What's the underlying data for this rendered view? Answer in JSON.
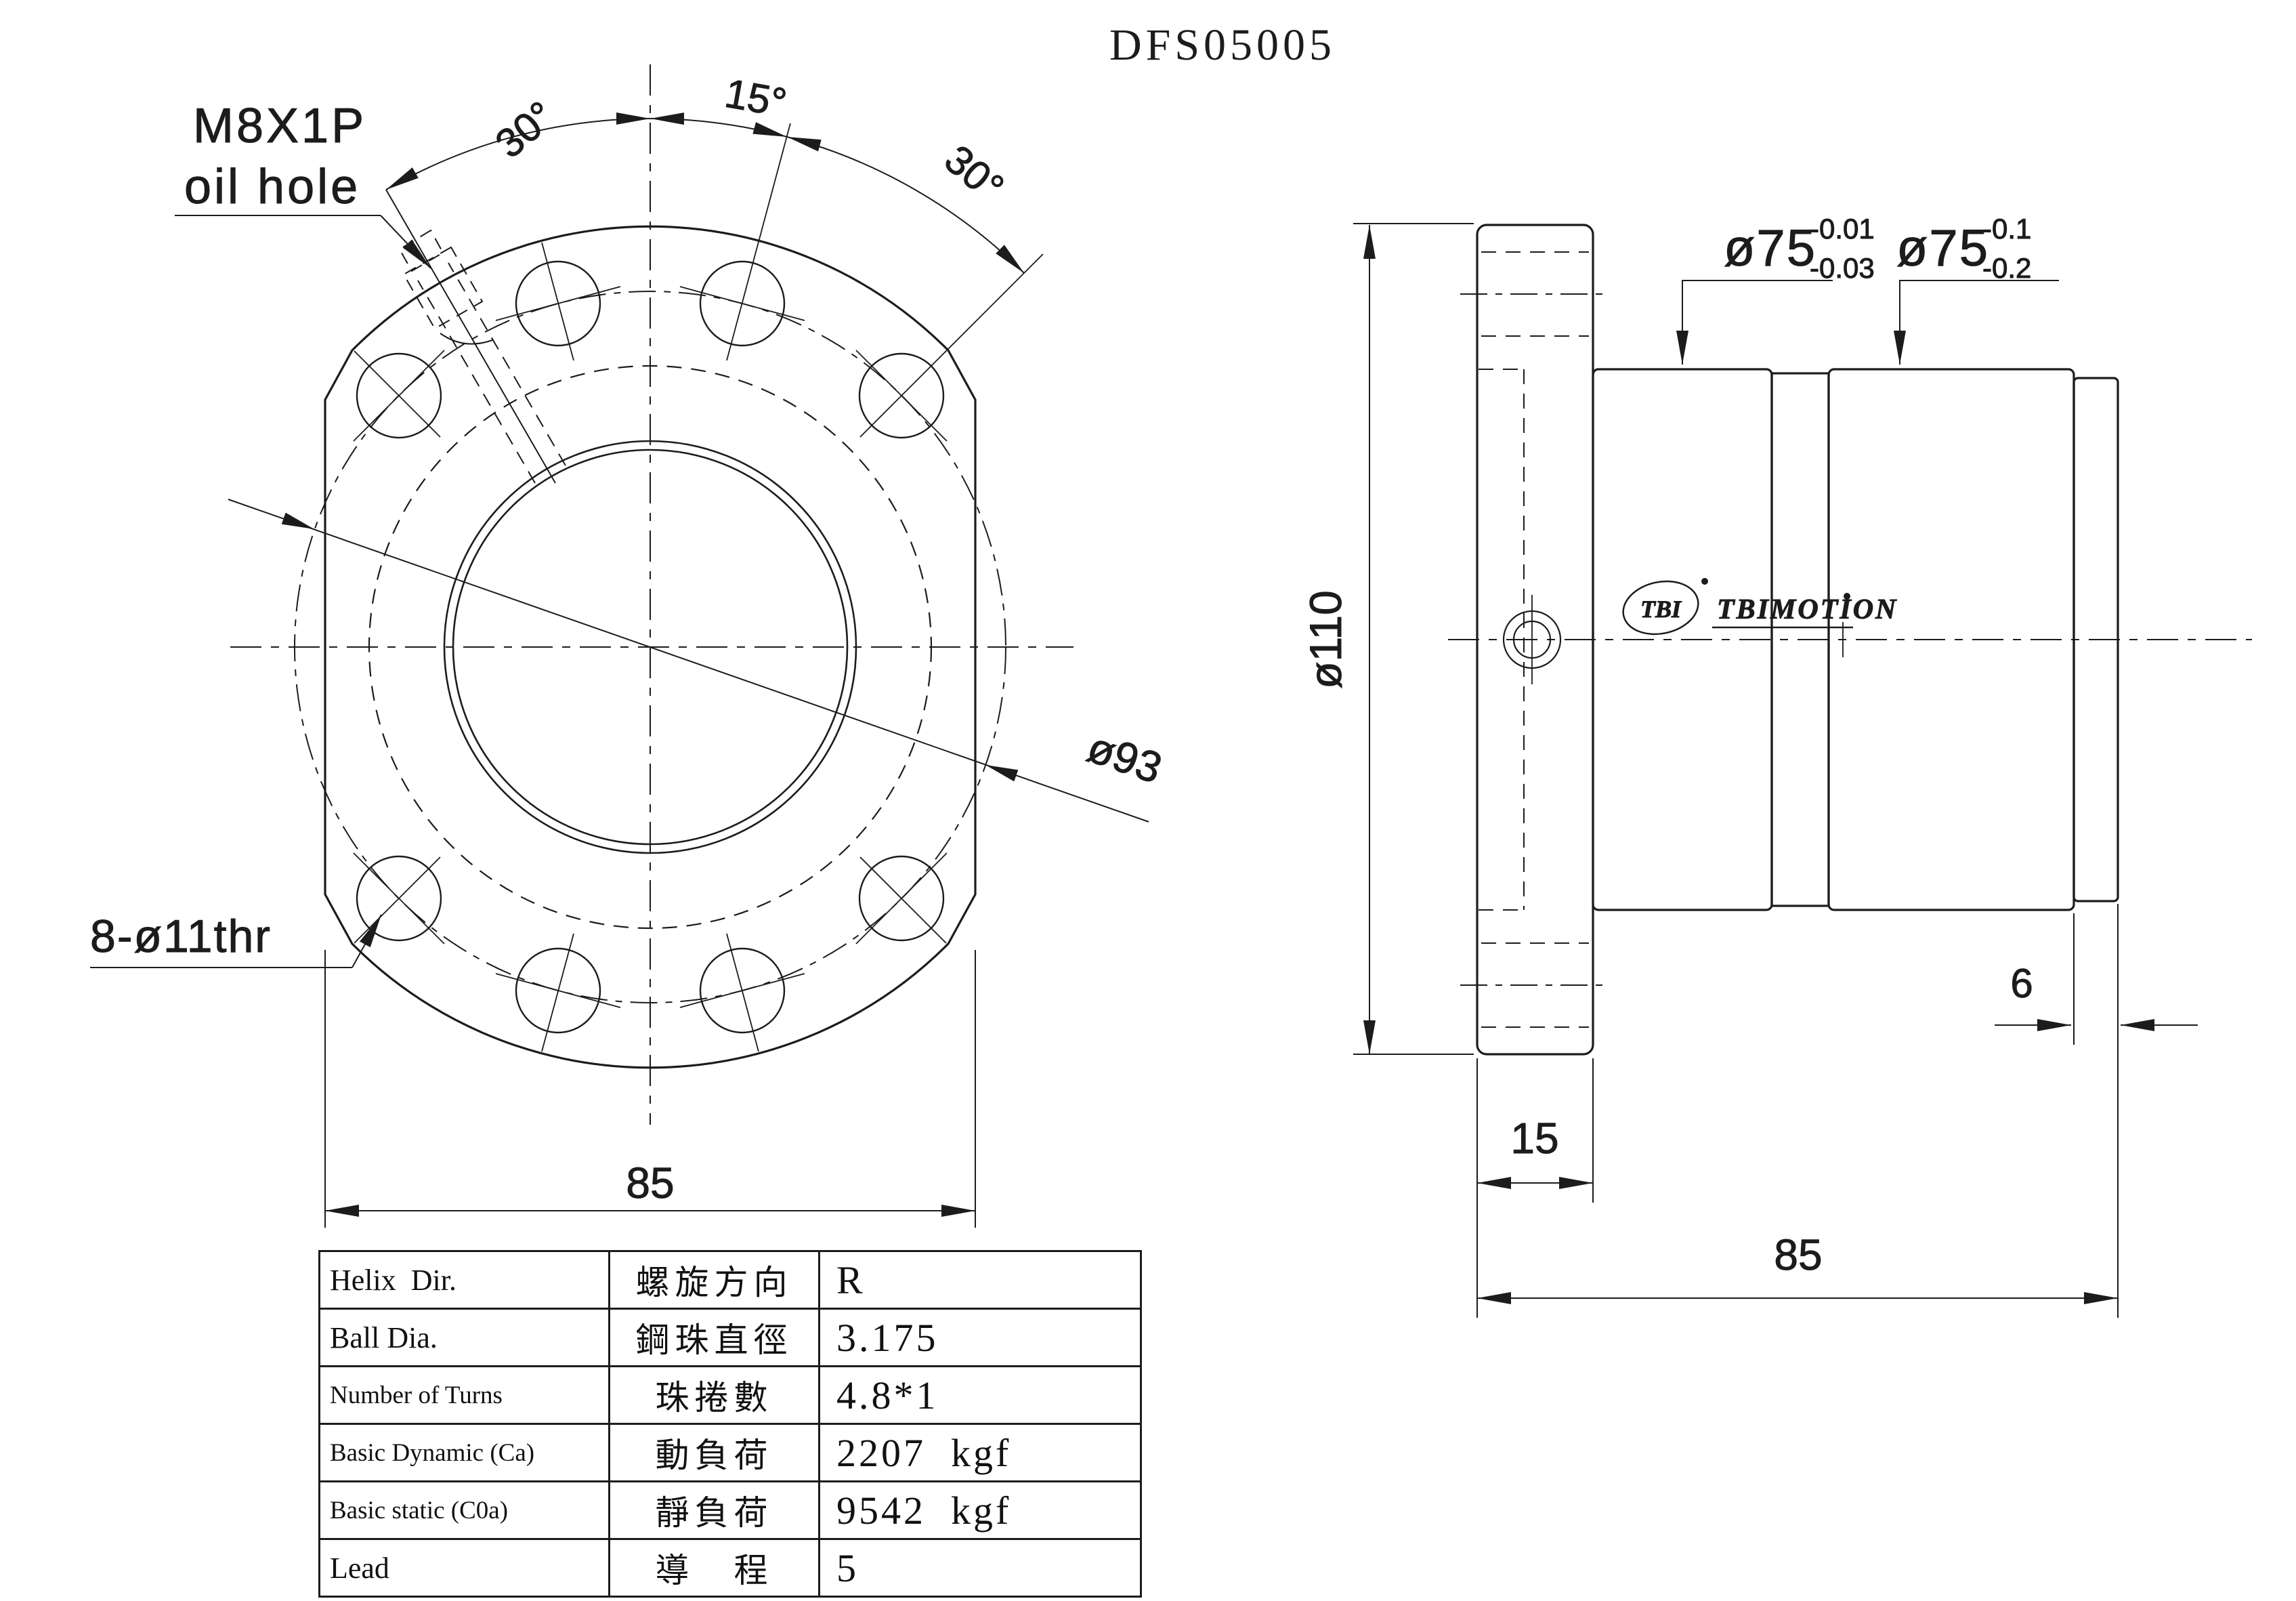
{
  "page": {
    "background": "#ffffff",
    "line_color": "#1c1c1c"
  },
  "title": "DFS05005",
  "front_view": {
    "labels": {
      "oil_hole_line1": "M8X1P",
      "oil_hole_line2": "oil hole",
      "angle_left": "30°",
      "angle_mid": "15°",
      "angle_right": "30°",
      "bolt_circle": "ø93",
      "bolt_holes": "8-ø11thr",
      "width": "85"
    }
  },
  "side_view": {
    "labels": {
      "flange_dia": "ø110",
      "dia1": "ø75",
      "dia1_tol_hi": "-0.01",
      "dia1_tol_lo": "-0.03",
      "dia2": "ø75",
      "dia2_tol_hi": "-0.1",
      "dia2_tol_lo": "-0.2",
      "flange_thickness": "15",
      "end_width": "6",
      "overall_length": "85"
    },
    "logo": {
      "mark": "TBI",
      "wordmark": "TBIMOTION"
    }
  },
  "spec_table": {
    "rows": [
      {
        "en": "Helix  Dir.",
        "zh": "螺旋方向",
        "value": "R"
      },
      {
        "en": "Ball Dia.",
        "zh": "鋼珠直徑",
        "value": "3.175"
      },
      {
        "en": "Number of Turns",
        "zh": "珠捲數",
        "value": "4.8*1"
      },
      {
        "en": "Basic Dynamic (Ca)",
        "zh": "動負荷",
        "value": "2207  kgf"
      },
      {
        "en": "Basic static (C0a)",
        "zh": "靜負荷",
        "value": "9542  kgf"
      },
      {
        "en": "Lead",
        "zh": "導　程",
        "value": "5"
      }
    ]
  }
}
